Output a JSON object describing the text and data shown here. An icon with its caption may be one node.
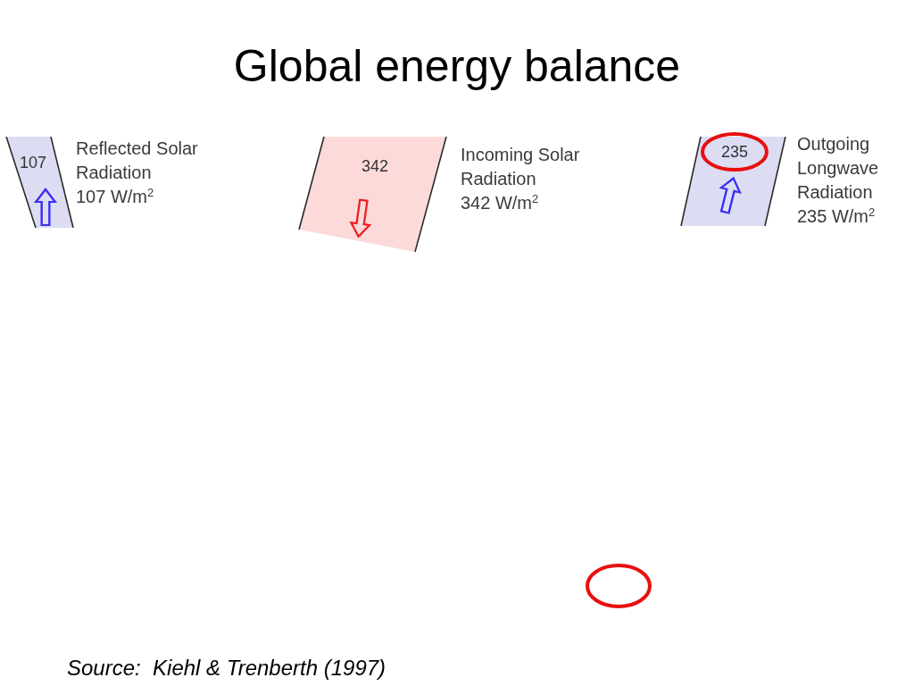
{
  "diagram": {
    "title": "Global energy balance",
    "caption": "Source:  Kiehl & Trenberth (1997)",
    "nodes": [
      {
        "text": [
          "107"
        ],
        "beside": [
          "Reflected Solar Radiation",
          "107 W/m$^{2}$"
        ]
      },
      {
        "text": [
          "342"
        ],
        "beside": [
          "Incoming Solar Radiation",
          "342 W/m$^{2}$"
        ]
      },
      {
        "text": [
          "235"
        ],
        "beside": [
          "Outgoing Longwave Radiation",
          "235 W/m$^{2}$"
        ]
      }
    ]
  }
}
